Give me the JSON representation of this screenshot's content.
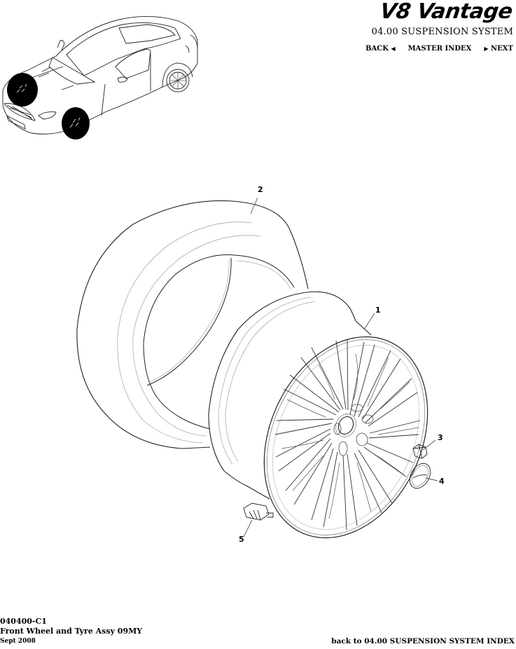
{
  "header": {
    "logo_text": "V8 Vantage",
    "section_title": "04.00 SUSPENSION SYSTEM",
    "nav": {
      "back_label": "BACK",
      "back_icon": "triangle-left-icon",
      "master_index_label": "MASTER INDEX",
      "next_label": "NEXT",
      "next_icon": "triangle-right-icon"
    }
  },
  "thumbnail": {
    "description": "Vehicle overview with front wheels highlighted",
    "highlight_color": "#000000"
  },
  "diagram": {
    "callouts": [
      {
        "number": "1",
        "part": "wheel"
      },
      {
        "number": "2",
        "part": "tyre"
      },
      {
        "number": "3",
        "part": "wheel nut"
      },
      {
        "number": "4",
        "part": "centre cap"
      },
      {
        "number": "5",
        "part": "tyre pressure sensor"
      }
    ],
    "line_color": "#333333",
    "light_line_color": "#9a9a9a"
  },
  "footer": {
    "code": "040400-C1",
    "description": "Front Wheel and Tyre Assy 09MY",
    "date": "Sept 2008",
    "back_to_index_label": "back to 04.00 SUSPENSION SYSTEM INDEX"
  }
}
